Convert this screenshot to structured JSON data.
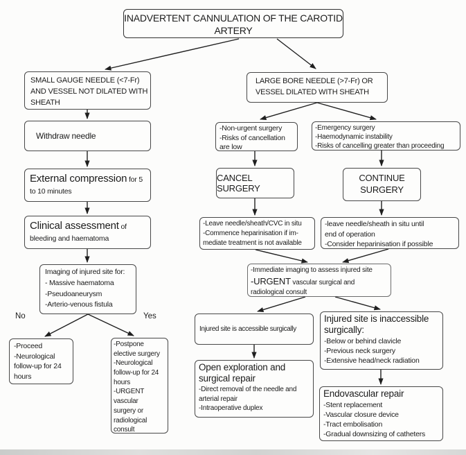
{
  "flowchart": {
    "title": "INADVERTENT CANNULATION OF THE CAROTID ARTERY",
    "labels": {
      "no": "No",
      "yes": "Yes"
    },
    "nodes": {
      "small_gauge": {
        "lines": [
          "SMALL GAUGE NEEDLE (<7-Fr)",
          "AND VESSEL NOT DILATED WITH",
          "SHEATH"
        ]
      },
      "withdraw": {
        "text": "Withdraw needle"
      },
      "external_compression": {
        "heading": "External compression",
        "rest": "for 5 to 10 minutes"
      },
      "clinical_assessment": {
        "heading": "Clinical assessment",
        "rest": "of bleeding and haematoma"
      },
      "imaging": {
        "lines": [
          "Imaging of injured site for:",
          "- Massive haematoma",
          "-Pseudoaneurysm",
          "-Arterio-venous fistula"
        ]
      },
      "no_outcome": {
        "lines": [
          "-Proceed",
          "-Neurological",
          "follow-up for 24",
          "hours"
        ]
      },
      "yes_outcome": {
        "lines": [
          "-Postpone",
          "elective surgery",
          "-Neurological",
          "follow-up for 24",
          "hours",
          "-URGENT",
          "vascular",
          "surgery or",
          "radiological",
          "consult"
        ]
      },
      "large_bore": {
        "lines": [
          "LARGE BORE NEEDLE (>7-Fr) OR",
          "VESSEL DILATED WITH SHEATH"
        ]
      },
      "non_urgent": {
        "lines": [
          "-Non-urgent surgery",
          "-Risks of cancellation",
          "are low"
        ]
      },
      "emergency": {
        "lines": [
          "-Emergency surgery",
          "-Haemodynamic instability",
          "-Risks of cancelling greater than proceeding"
        ]
      },
      "cancel_surgery": {
        "text": "CANCEL SURGERY"
      },
      "continue_surgery": {
        "lines": [
          "CONTINUE",
          "SURGERY"
        ]
      },
      "leave_cvc": {
        "lines": [
          "-Leave needle/sheath/CVC in situ",
          "-Commence heparinisation if im-",
          "mediate treatment is not available"
        ]
      },
      "leave_sheath": {
        "lines": [
          "-leave needle/sheath in situ until",
          "end of operation",
          "-Consider heparinisation if possible"
        ]
      },
      "immediate_imaging": {
        "line1": "-Immediate imaging to assess injured site",
        "urgent": "-URGENT",
        "urgent_rest": "vascular surgical and",
        "line3": "radiological consult"
      },
      "accessible": {
        "text": "Injured site is accessible surgically"
      },
      "open_repair": {
        "heading": "Open exploration and surgical repair",
        "lines": [
          "-Direct removal of the needle and",
          "arterial repair",
          "-Intraoperative duplex"
        ]
      },
      "inaccessible": {
        "heading": "Injured site is inaccessible surgically:",
        "lines": [
          "-Below or behind clavicle",
          "-Previous neck surgery",
          "-Extensive head/neck radiation"
        ]
      },
      "endovascular": {
        "heading": "Endovascular repair",
        "lines": [
          "-Stent replacement",
          "-Vascular closure device",
          "-Tract embolisation",
          "-Gradual downsizing of catheters"
        ]
      }
    },
    "edges": [
      {
        "from": "title",
        "to": "small_gauge"
      },
      {
        "from": "title",
        "to": "large_bore"
      },
      {
        "from": "small_gauge",
        "to": "withdraw"
      },
      {
        "from": "withdraw",
        "to": "external_compression"
      },
      {
        "from": "external_compression",
        "to": "clinical_assessment"
      },
      {
        "from": "clinical_assessment",
        "to": "imaging"
      },
      {
        "from": "imaging",
        "to": "no_outcome",
        "label": "No"
      },
      {
        "from": "imaging",
        "to": "yes_outcome",
        "label": "Yes"
      },
      {
        "from": "large_bore",
        "to": "non_urgent"
      },
      {
        "from": "large_bore",
        "to": "emergency"
      },
      {
        "from": "non_urgent",
        "to": "cancel_surgery"
      },
      {
        "from": "emergency",
        "to": "continue_surgery"
      },
      {
        "from": "cancel_surgery",
        "to": "leave_cvc"
      },
      {
        "from": "continue_surgery",
        "to": "leave_sheath"
      },
      {
        "from": "leave_cvc",
        "to": "immediate_imaging"
      },
      {
        "from": "leave_sheath",
        "to": "immediate_imaging"
      },
      {
        "from": "immediate_imaging",
        "to": "accessible"
      },
      {
        "from": "immediate_imaging",
        "to": "inaccessible"
      },
      {
        "from": "accessible",
        "to": "open_repair"
      },
      {
        "from": "inaccessible",
        "to": "endovascular"
      }
    ],
    "colors": {
      "line": "#1f1f1f",
      "border": "#474747",
      "background": "#fcfcfb",
      "text": "#1b1b1b"
    }
  }
}
